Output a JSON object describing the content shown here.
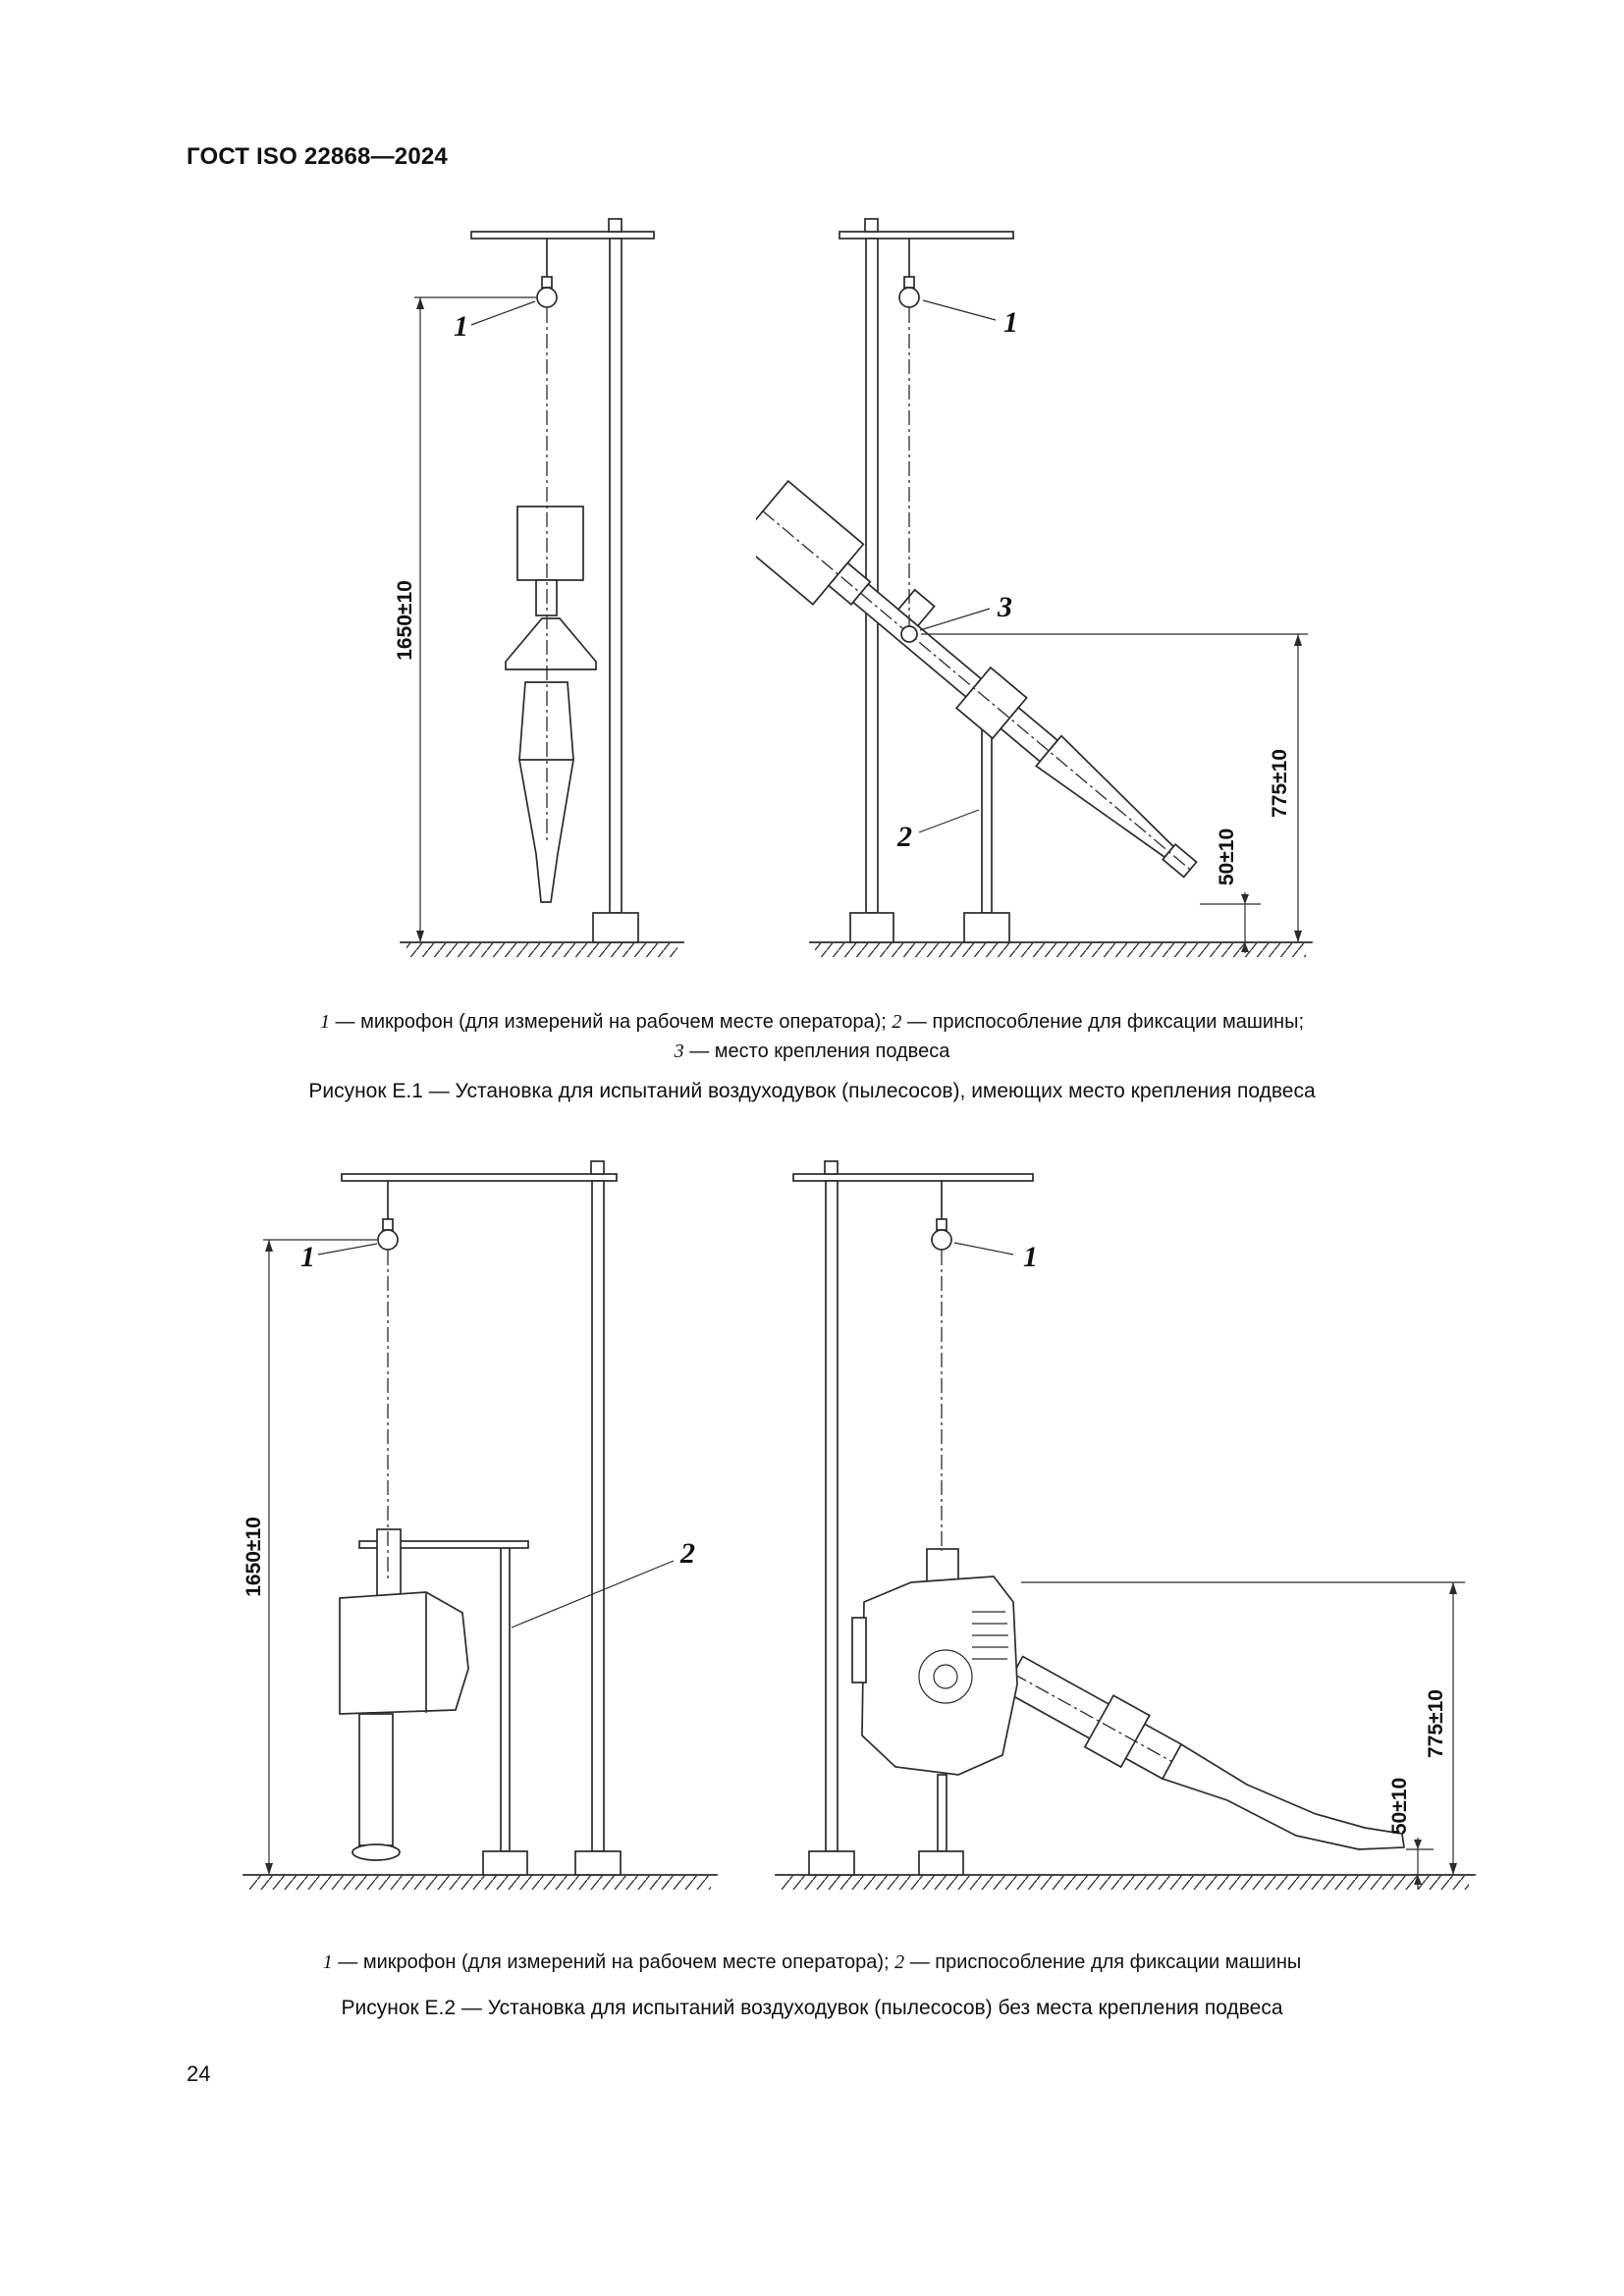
{
  "page": {
    "header": "ГОСТ ISO 22868—2024",
    "number": "24"
  },
  "figure_e1": {
    "left": {
      "label_mic": "1",
      "dim_height": "1650±10"
    },
    "right": {
      "label_mic": "1",
      "label_fixture": "2",
      "label_suspension": "3",
      "dim_height": "775±10",
      "dim_clearance": "50±10"
    },
    "caption": {
      "item1_num": "1",
      "item1_text": " — микрофон (для измерений на рабочем месте оператора); ",
      "item2_num": "2",
      "item2_text": " — приспособление для фиксации машины;",
      "item3_num": "3",
      "item3_text": " — место крепления подвеса"
    },
    "title": "Рисунок Е.1 — Установка для испытаний воздуходувок (пылесосов), имеющих место крепления подвеса"
  },
  "figure_e2": {
    "left": {
      "label_mic": "1",
      "label_fixture": "2",
      "dim_height": "1650±10"
    },
    "right": {
      "label_mic": "1",
      "dim_height": "775±10",
      "dim_clearance": "50±10"
    },
    "caption": {
      "item1_num": "1",
      "item1_text": " — микрофон (для измерений на рабочем месте оператора); ",
      "item2_num": "2",
      "item2_text": " — приспособление для фиксации машины"
    },
    "title": "Рисунок Е.2 — Установка для испытаний воздуходувок (пылесосов) без места крепления подвеса"
  }
}
